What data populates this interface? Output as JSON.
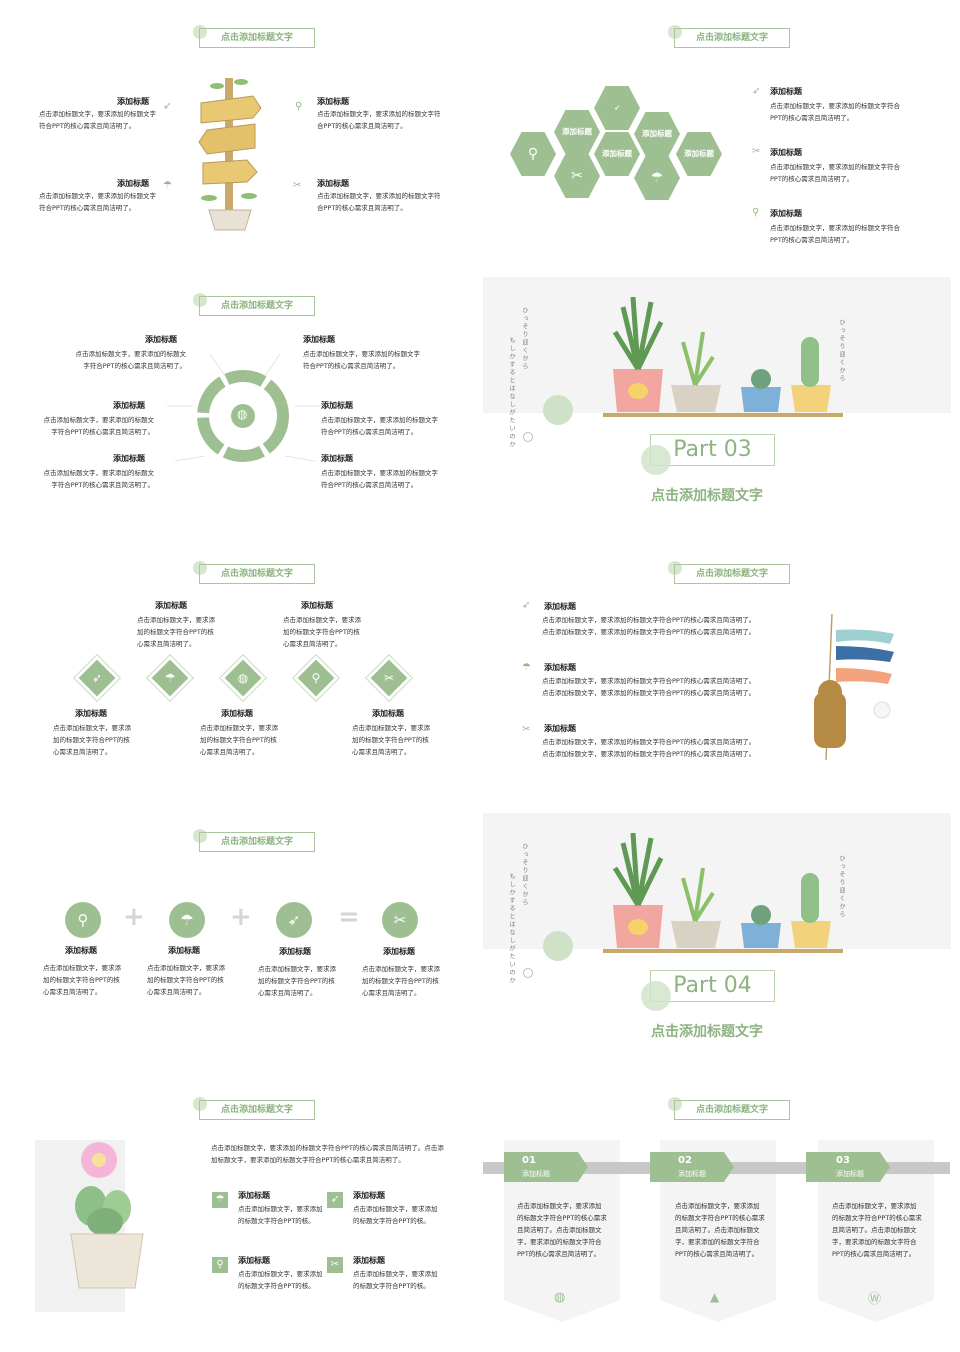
{
  "common": {
    "slide_title": "点击添加标题文字",
    "item_title": "添加标题",
    "body_long": "点击添加标题文字，要求添加的标题文字符合PPT的核心需求且简洁明了。",
    "body_short": "点击添加标题文字，要求添加的标题文字符合PPT的核。"
  },
  "s1": {
    "b_left": "点击添加标题文字，要求添加的标题文字符合PPT的核心需求且简洁明了。",
    "b_right": "点击添加标题文字，要求添加的标题文字符合PPT的核心需求且简洁明了。"
  },
  "s4": {
    "part": "Part 03",
    "sub": "点击添加标题文字",
    "vert1": "ひっそり迎くから",
    "vert2": "もしかするとはなしがたいのか",
    "vert3": "ひっそり迎くから"
  },
  "s6": {
    "row": "点击添加标题文字，要求添加的标题文字符合PPT的核心需求且简洁明了。"
  },
  "s8": {
    "part": "Part 04",
    "sub": "点击添加标题文字",
    "vert1": "ひっそり迎くから",
    "vert2": "もしかするとはなしがたいのか",
    "vert3": "ひっそり迎くから"
  },
  "s9": {
    "intro": "点击添加标题文字，要求添加的标题文字符合PPT的核心需求且简洁明了。点击添加标题文字，要求添加的标题文字符合PPT的核心需求且简洁明了。"
  },
  "s10": {
    "cards": [
      {
        "num": "01",
        "label": "添加标题"
      },
      {
        "num": "02",
        "label": "添加标题"
      },
      {
        "num": "03",
        "label": "添加标题"
      }
    ],
    "body": "点击添加标题文字，要求添加的标题文字符合PPT的核心需求且简洁明了。点击添加标题文字，要求添加的标题文字符合PPT的核心需求且简洁明了。"
  },
  "icons": [
    "rocket-icon",
    "umbrella-icon",
    "search-icon",
    "tools-icon",
    "globe-icon",
    "chart-icon",
    "wordpress-icon"
  ],
  "colors": {
    "accent": "#9dbf91",
    "accent_light": "#cfe2c7",
    "panel": "#f4f4f4"
  }
}
